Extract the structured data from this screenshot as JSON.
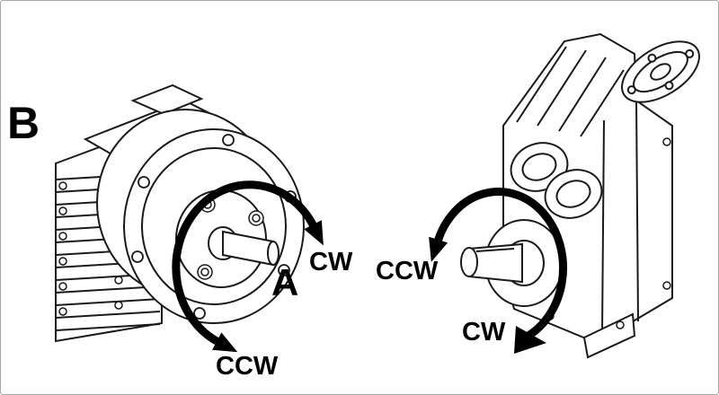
{
  "labels": {
    "unit_b": "B",
    "shaft_a": "A",
    "left_cw": "CW",
    "left_ccw": "CCW",
    "right_ccw": "CCW",
    "right_cw": "CW"
  },
  "colors": {
    "ink": "#000000",
    "line": "#1a1a1a",
    "background": "#ffffff"
  }
}
